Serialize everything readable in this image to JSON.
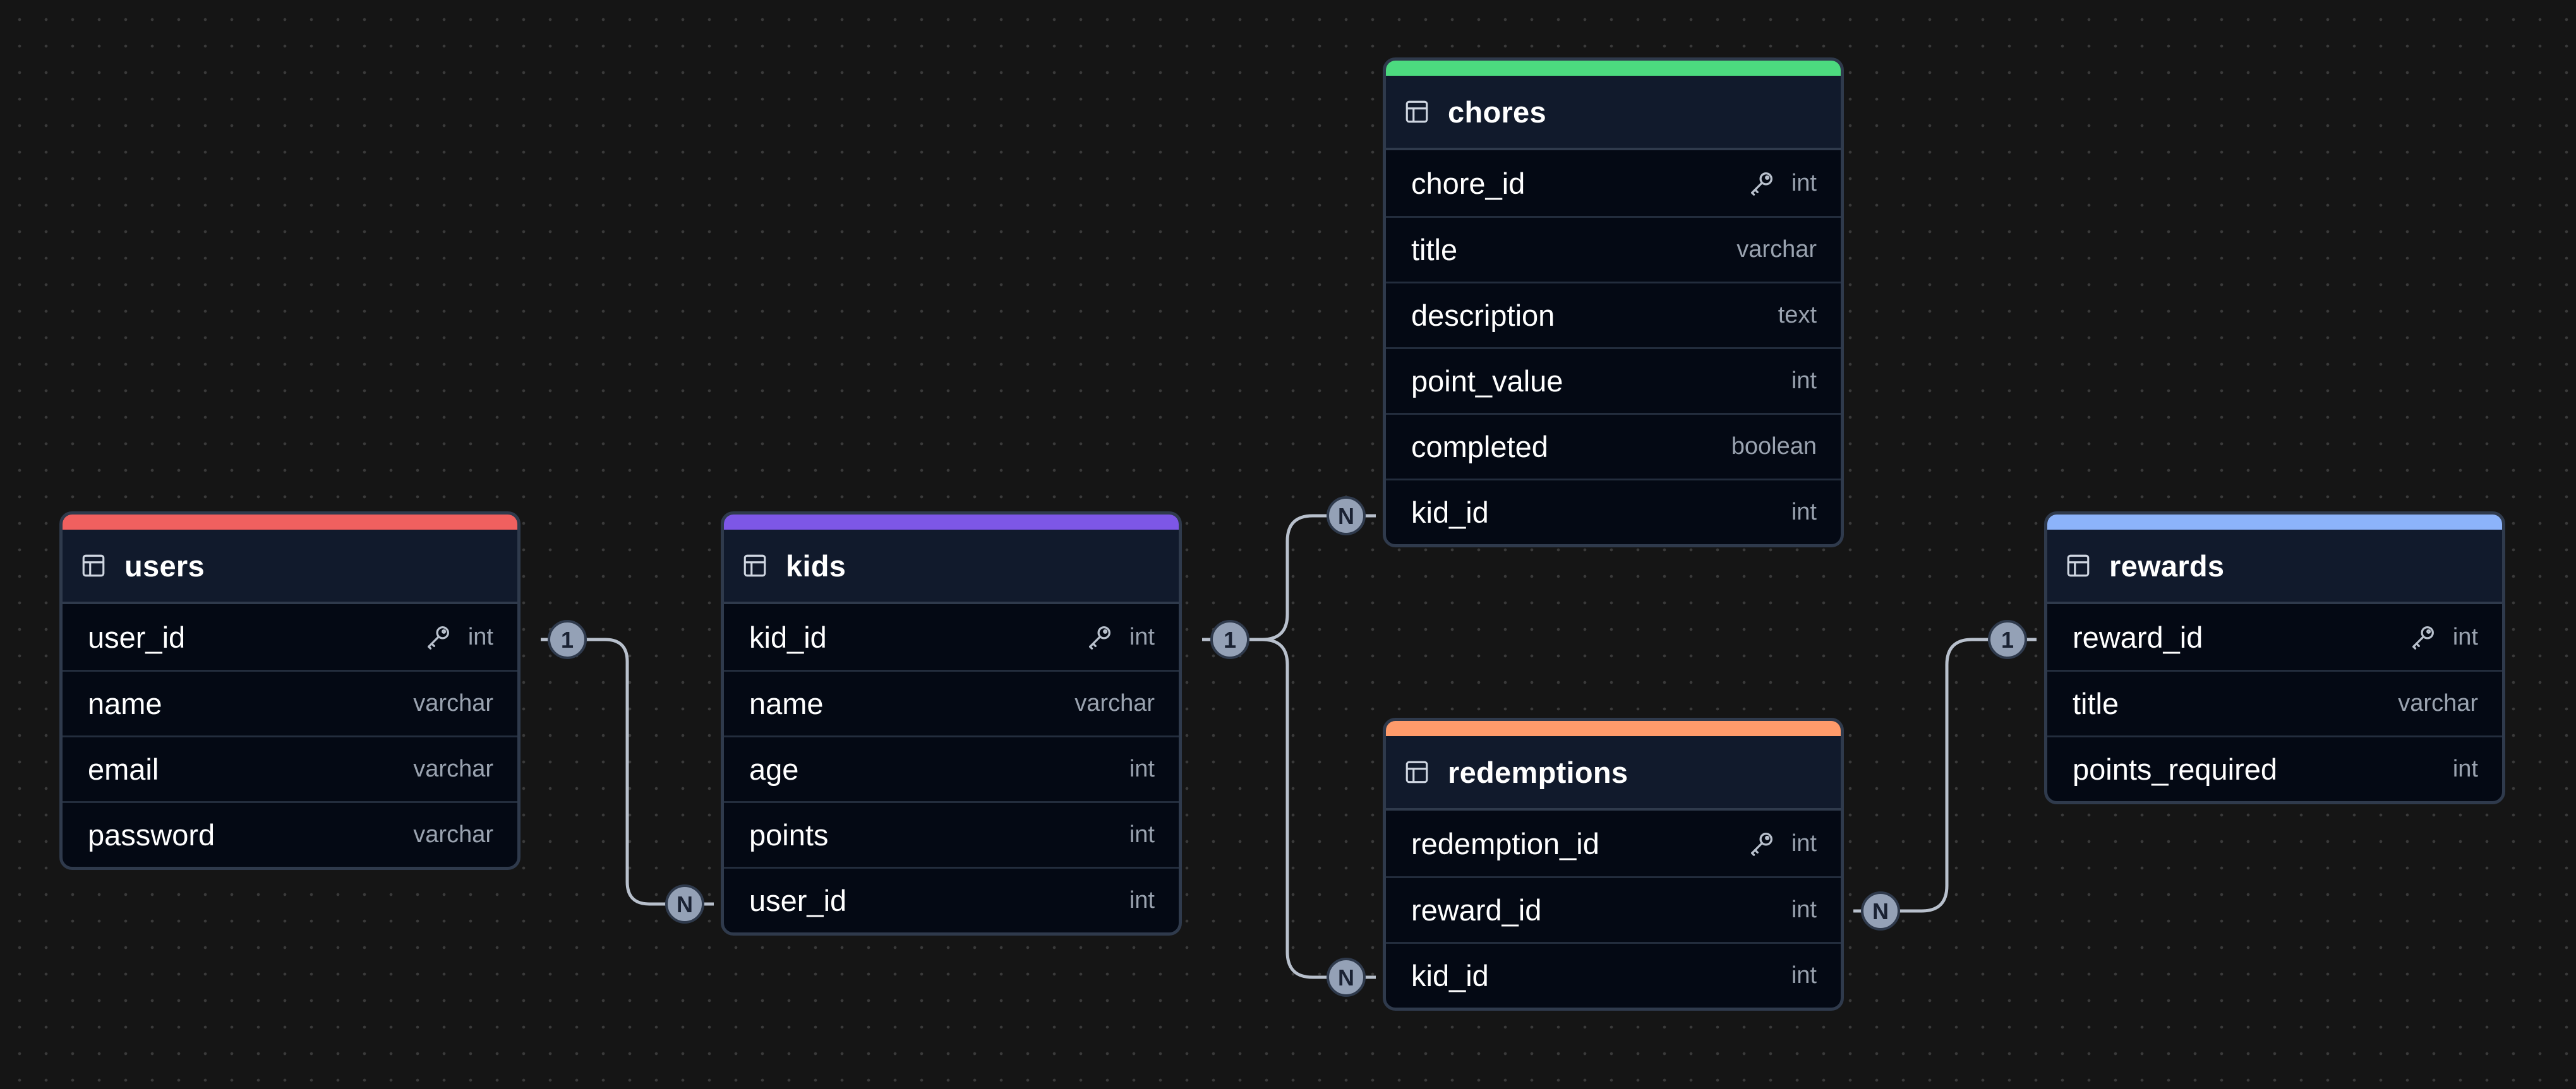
{
  "colors": {
    "users": "#f0605f",
    "kids": "#7d57e6",
    "chores": "#4cda7f",
    "redemptions": "#ff9b6b",
    "rewards": "#8cb3fa"
  },
  "tables": {
    "users": {
      "name": "users",
      "columns": [
        {
          "name": "user_id",
          "type": "int",
          "primary_key": true
        },
        {
          "name": "name",
          "type": "varchar",
          "primary_key": false
        },
        {
          "name": "email",
          "type": "varchar",
          "primary_key": false
        },
        {
          "name": "password",
          "type": "varchar",
          "primary_key": false
        }
      ]
    },
    "kids": {
      "name": "kids",
      "columns": [
        {
          "name": "kid_id",
          "type": "int",
          "primary_key": true
        },
        {
          "name": "name",
          "type": "varchar",
          "primary_key": false
        },
        {
          "name": "age",
          "type": "int",
          "primary_key": false
        },
        {
          "name": "points",
          "type": "int",
          "primary_key": false
        },
        {
          "name": "user_id",
          "type": "int",
          "primary_key": false
        }
      ]
    },
    "chores": {
      "name": "chores",
      "columns": [
        {
          "name": "chore_id",
          "type": "int",
          "primary_key": true
        },
        {
          "name": "title",
          "type": "varchar",
          "primary_key": false
        },
        {
          "name": "description",
          "type": "text",
          "primary_key": false
        },
        {
          "name": "point_value",
          "type": "int",
          "primary_key": false
        },
        {
          "name": "completed",
          "type": "boolean",
          "primary_key": false
        },
        {
          "name": "kid_id",
          "type": "int",
          "primary_key": false
        }
      ]
    },
    "redemptions": {
      "name": "redemptions",
      "columns": [
        {
          "name": "redemption_id",
          "type": "int",
          "primary_key": true
        },
        {
          "name": "reward_id",
          "type": "int",
          "primary_key": false
        },
        {
          "name": "kid_id",
          "type": "int",
          "primary_key": false
        }
      ]
    },
    "rewards": {
      "name": "rewards",
      "columns": [
        {
          "name": "reward_id",
          "type": "int",
          "primary_key": true
        },
        {
          "name": "title",
          "type": "varchar",
          "primary_key": false
        },
        {
          "name": "points_required",
          "type": "int",
          "primary_key": false
        }
      ]
    }
  },
  "relationships": {
    "users_kids": {
      "one": "1",
      "many": "N"
    },
    "kids_chores": {
      "one": "1",
      "many": "N"
    },
    "kids_redemptions": {
      "one": "1",
      "many": "N"
    },
    "rewards_redemptions": {
      "one": "1",
      "many": "N"
    }
  }
}
